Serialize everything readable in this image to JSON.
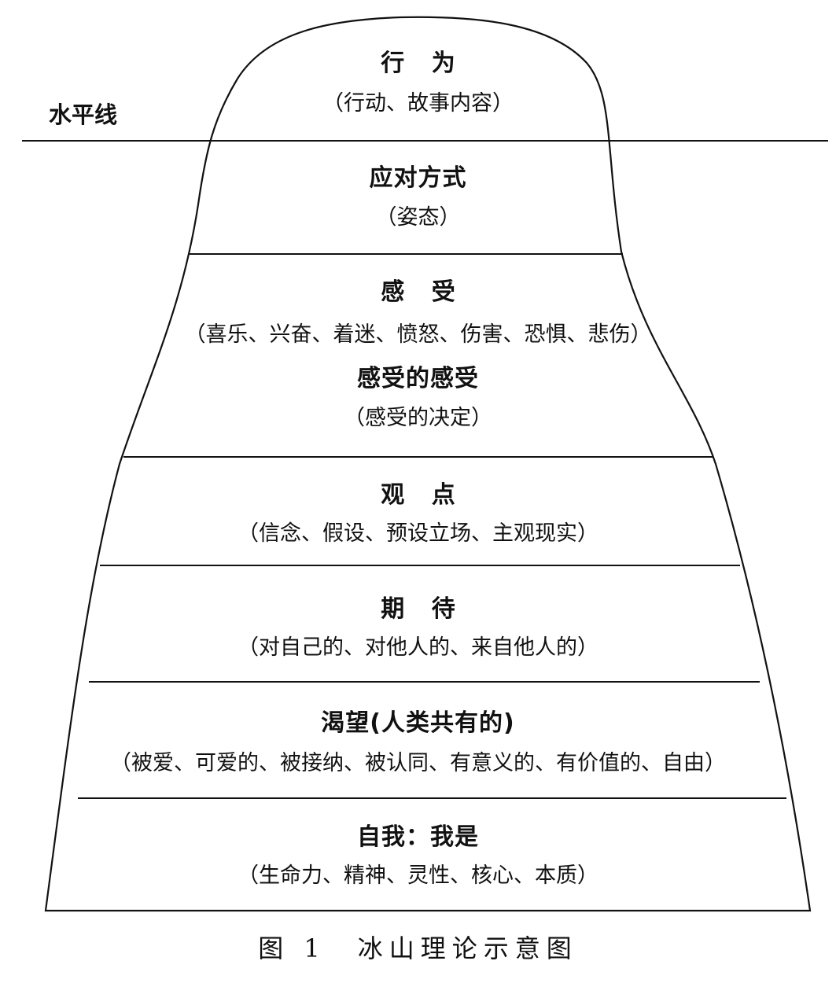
{
  "waterline": {
    "label": "水平线"
  },
  "layers": [
    {
      "title": "行 为",
      "detail": "（行动、故事内容）"
    },
    {
      "title": "应对方式",
      "detail": "（姿态）"
    },
    {
      "title": "感 受",
      "detail": "（喜乐、兴奋、着迷、愤怒、伤害、恐惧、悲伤）",
      "subtitle": "感受的感受",
      "subdetail": "（感受的决定）"
    },
    {
      "title": "观 点",
      "detail": "（信念、假设、预设立场、主观现实）"
    },
    {
      "title": "期 待",
      "detail": "（对自己的、对他人的、来自他人的）"
    },
    {
      "title": "渴望(人类共有的)",
      "detail": "（被爱、可爱的、被接纳、被认同、有意义的、有价值的、自由）"
    },
    {
      "title": "自我：我是",
      "detail": "（生命力、精神、灵性、核心、本质）"
    }
  ],
  "caption": "图 1　冰山理论示意图",
  "colors": {
    "line": "#111111",
    "background": "#ffffff"
  }
}
